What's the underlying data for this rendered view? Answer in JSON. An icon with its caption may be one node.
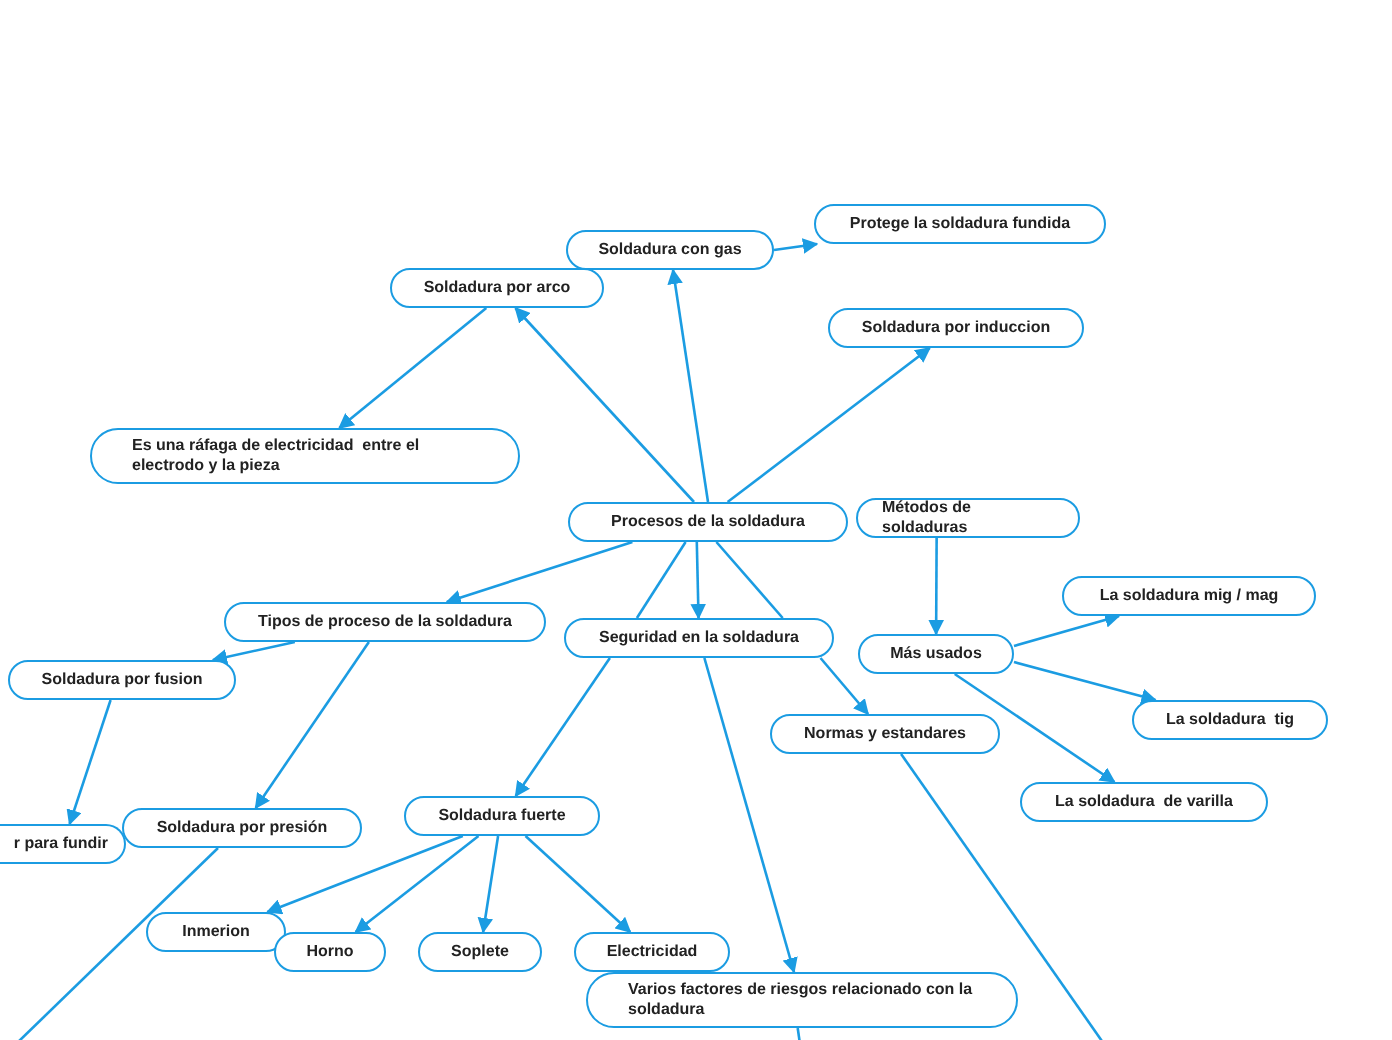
{
  "diagram": {
    "nodes": [
      {
        "text": [
          "Procesos de la soldadura"
        ]
      },
      {
        "text": [
          "Métodos de soldaduras"
        ]
      },
      {
        "text": [
          "Soldadura con gas"
        ]
      },
      {
        "text": [
          "Protege la soldadura fundida"
        ]
      },
      {
        "text": [
          "Soldadura por arco"
        ]
      },
      {
        "text": [
          "Es una ráfaga de electricidad  entre el electrodo y la pieza"
        ]
      },
      {
        "text": [
          "Soldadura por induccion"
        ]
      },
      {
        "text": [
          "Tipos de proceso de la soldadura"
        ]
      },
      {
        "text": [
          "Seguridad en la soldadura"
        ]
      },
      {
        "text": [
          "Más usados"
        ]
      },
      {
        "text": [
          "La soldadura mig / mag"
        ]
      },
      {
        "text": [
          "La soldadura  tig"
        ]
      },
      {
        "text": [
          "La soldadura  de varilla"
        ]
      },
      {
        "text": [
          "Normas y estandares"
        ]
      },
      {
        "text": [
          "Soldadura por fusion"
        ]
      },
      {
        "text": [
          "r para fundir"
        ]
      },
      {
        "text": [
          "Soldadura por presión"
        ]
      },
      {
        "text": [
          "Soldadura fuerte"
        ]
      },
      {
        "text": [
          "Inmerion"
        ]
      },
      {
        "text": [
          "Horno"
        ]
      },
      {
        "text": [
          "Soplete"
        ]
      },
      {
        "text": [
          "Electricidad"
        ]
      },
      {
        "text": [
          "Varios factores de riesgos relacionado con la soldadura"
        ]
      }
    ],
    "edges": [
      {
        "from": 0,
        "to": 4,
        "arrow": "to"
      },
      {
        "from": 0,
        "to": 2,
        "arrow": "to"
      },
      {
        "from": 2,
        "to": 3,
        "arrow": "to"
      },
      {
        "from": 0,
        "to": 6,
        "arrow": "to"
      },
      {
        "from": 4,
        "to": 5,
        "arrow": "to"
      },
      {
        "from": 0,
        "to": 7,
        "arrow": "to"
      },
      {
        "from": 0,
        "to": 8,
        "arrow": "to"
      },
      {
        "from": 0,
        "to": 8,
        "arrow": "none"
      },
      {
        "from": 0,
        "to": 8,
        "arrow": "none"
      },
      {
        "from": 1,
        "to": 9,
        "arrow": "to"
      },
      {
        "from": 9,
        "to": 10,
        "arrow": "to"
      },
      {
        "from": 9,
        "to": 11,
        "arrow": "to"
      },
      {
        "from": 9,
        "to": 12,
        "arrow": "to"
      },
      {
        "from": 7,
        "to": 14,
        "arrow": "to"
      },
      {
        "from": 7,
        "to": 16,
        "arrow": "to"
      },
      {
        "from": 14,
        "to": 15,
        "arrow": "to"
      },
      {
        "from": 16,
        "to": null,
        "arrow": "none"
      },
      {
        "from": 8,
        "to": 22,
        "arrow": "to"
      },
      {
        "from": 17,
        "to": 18,
        "arrow": "to"
      },
      {
        "from": 17,
        "to": 19,
        "arrow": "to"
      },
      {
        "from": 17,
        "to": 20,
        "arrow": "to"
      },
      {
        "from": 17,
        "to": 21,
        "arrow": "to"
      },
      {
        "from": 13,
        "to": null,
        "arrow": "none"
      },
      {
        "from": 22,
        "to": null,
        "arrow": "none"
      },
      {
        "from": 8,
        "to": 17,
        "arrow": "to"
      },
      {
        "from": 8,
        "to": 13,
        "arrow": "to"
      }
    ]
  }
}
